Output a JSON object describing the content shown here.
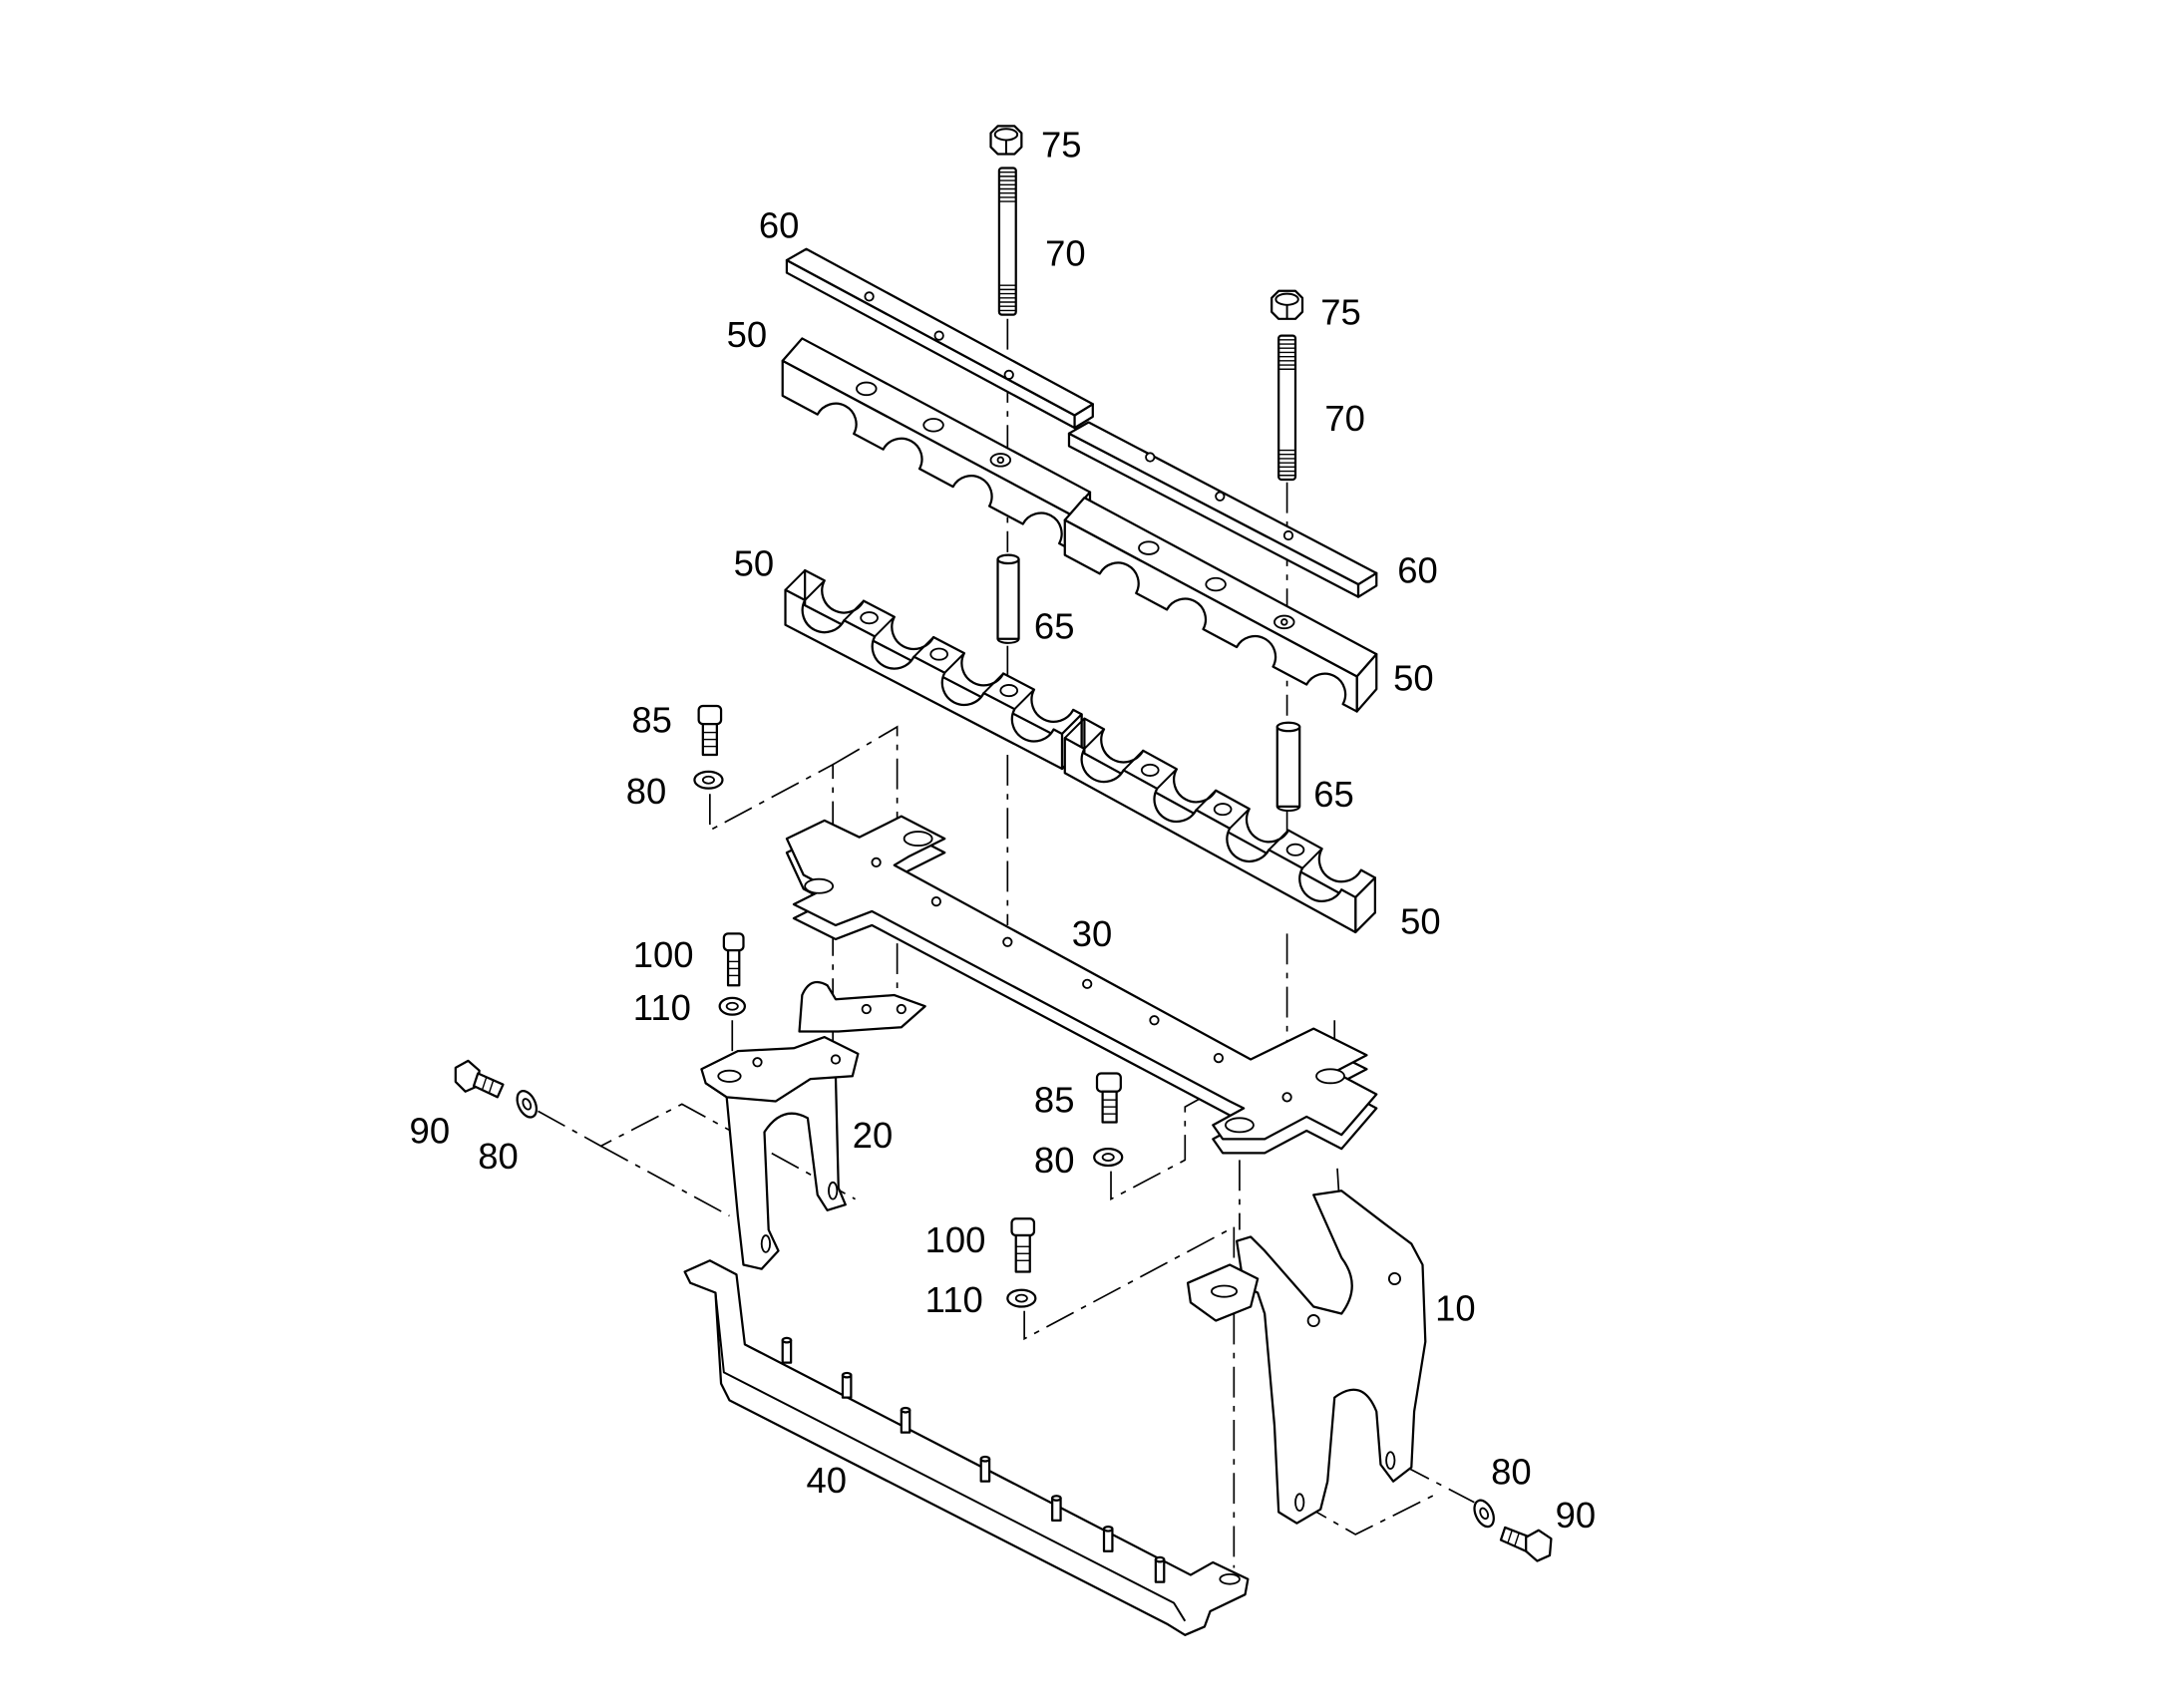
{
  "diagram": {
    "callouts": [
      "75",
      "70",
      "60",
      "50",
      "75",
      "70",
      "60",
      "50",
      "65",
      "50",
      "65",
      "50",
      "85",
      "80",
      "30",
      "100",
      "110",
      "20",
      "90",
      "80",
      "85",
      "80",
      "100",
      "110",
      "10",
      "40",
      "80",
      "90"
    ],
    "colors": {
      "line": "#000000",
      "background": "#ffffff"
    }
  }
}
